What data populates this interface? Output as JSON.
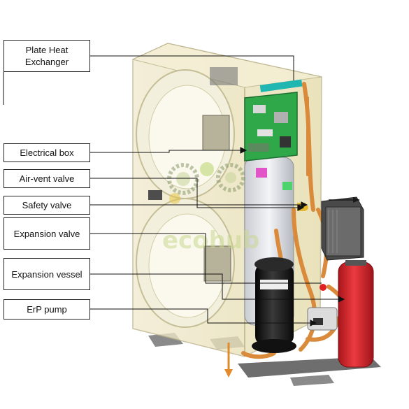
{
  "labels": {
    "plate_heat_exchanger": "Plate Heat Exchanger",
    "electrical_box": "Electrical box",
    "air_vent_valve": "Air-vent valve",
    "safety_valve": "Safety valve",
    "expansion_valve": "Expansion valve",
    "expansion_vessel": "Expansion vessel",
    "erp_pump": "ErP pump"
  },
  "watermark": "ecohub",
  "colors": {
    "casing": "#e8e0b0",
    "casing_edge": "#b9b28a",
    "pcb": "#2fa84a",
    "copper": "#d98a3a",
    "vessel": "#d8242a",
    "compressor": "#1a1a1a",
    "phe": "#4a4a4a",
    "leader": "#111111",
    "watermark": "#c8d890"
  }
}
